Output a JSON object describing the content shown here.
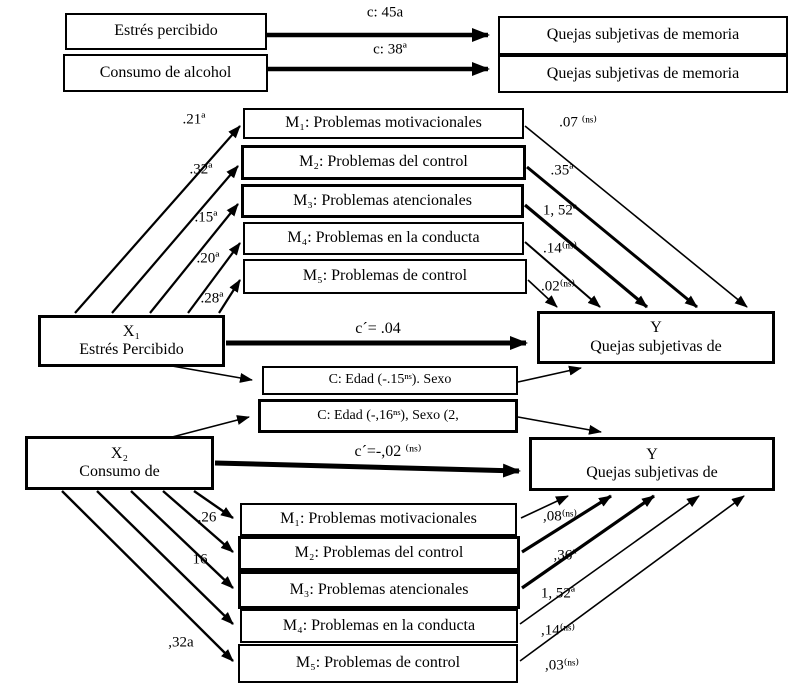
{
  "colors": {
    "ink": "#000000",
    "background": "#ffffff"
  },
  "top_section": {
    "left_boxes": [
      {
        "label": "Estrés percibido"
      },
      {
        "label": "Consumo de alcohol"
      }
    ],
    "right_boxes": [
      {
        "label": "Quejas subjetivas de memoria"
      },
      {
        "label": "Quejas subjetivas de memoria"
      }
    ],
    "paths": [
      {
        "label": "c: 45a"
      },
      {
        "label": "c: 38ª"
      }
    ]
  },
  "model1": {
    "x_box": {
      "line1": "X₁",
      "line2": "Estrés Percibido"
    },
    "y_box": {
      "line1": "Y",
      "line2": "Quejas subjetivas de"
    },
    "direct_label": "c´= .04",
    "covariates": "C: Edad (-.15ⁿˢ). Sexo",
    "mediators": [
      {
        "label": "M₁: Problemas motivacionales",
        "a": ".21ª",
        "b": ".07 ⁽ⁿˢ⁾"
      },
      {
        "label": "M₂: Problemas del control",
        "a": ".32ª",
        "b": ".35ª"
      },
      {
        "label": "M₃: Problemas atencionales",
        "a": ".15ª",
        "b": "1, 52ª"
      },
      {
        "label": "M₄: Problemas en la conducta",
        "a": ".20ª",
        "b": ".14⁽ⁿˢ⁾"
      },
      {
        "label": "M₅: Problemas de control",
        "a": ".28ª",
        "b": ".02⁽ⁿˢ⁾"
      }
    ]
  },
  "model2": {
    "x_box": {
      "line1": "X₂",
      "line2": "Consumo de"
    },
    "y_box": {
      "line1": "Y",
      "line2": "Quejas subjetivas de"
    },
    "direct_label": "c´=-,02 ⁽ⁿˢ⁾",
    "covariates": "C: Edad (-,16ⁿˢ), Sexo (2,",
    "a_labels": [
      ",26",
      "16",
      ",32a"
    ],
    "mediators": [
      {
        "label": "M₁: Problemas motivacionales",
        "b": ",08⁽ⁿˢ⁾"
      },
      {
        "label": "M₂: Problemas del control",
        "b": ",36ª"
      },
      {
        "label": "M₃: Problemas atencionales",
        "b": "1, 52ª"
      },
      {
        "label": "M₄: Problemas en la conducta",
        "b": ",14⁽ⁿˢ⁾"
      },
      {
        "label": "M₅: Problemas de control",
        "b": ",03⁽ⁿˢ⁾"
      }
    ]
  }
}
